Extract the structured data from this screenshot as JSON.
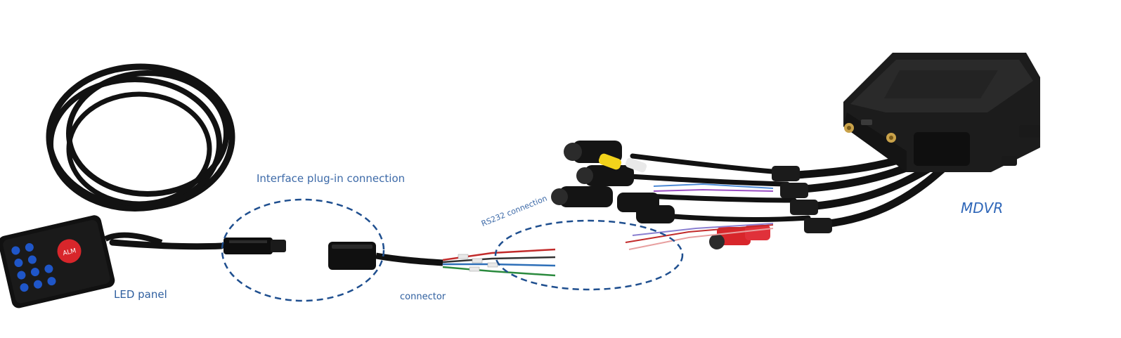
{
  "labels": {
    "led_panel": "LED panel",
    "interface": "Interface plug-in connection",
    "connector": "connector",
    "rs232": "RS232 connection",
    "mdvr": "MDVR"
  },
  "panel": {
    "alm": "ALM"
  },
  "colors": {
    "label_blue": "#2f5f9f",
    "dashed_circle": "#1f4f8f",
    "cable": "#111111",
    "alarm_red": "#d8262b",
    "button_blue": "#1f56c8"
  }
}
